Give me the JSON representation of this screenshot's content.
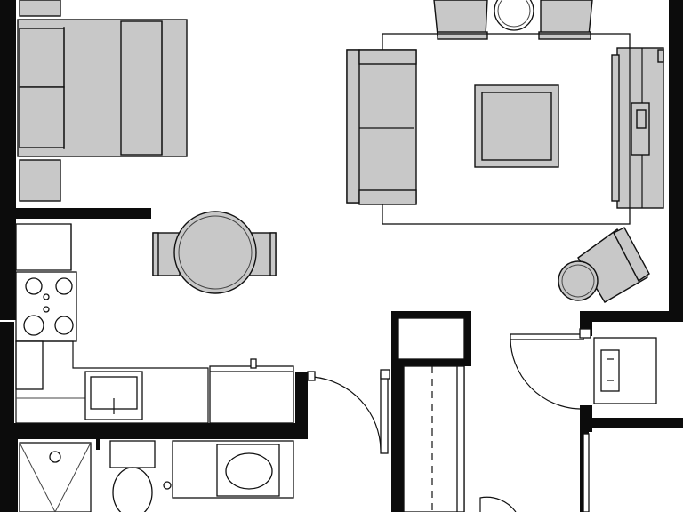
{
  "plan": {
    "type": "apartment floor plan",
    "rooms": [
      "bedroom",
      "living-area",
      "dining",
      "kitchen",
      "bathroom",
      "hallway",
      "closet"
    ],
    "colors": {
      "walls": "#0c0c0c",
      "furniture": "#c8c8c8",
      "floor": "#ffffff",
      "outline": "#111111"
    },
    "labels": []
  }
}
